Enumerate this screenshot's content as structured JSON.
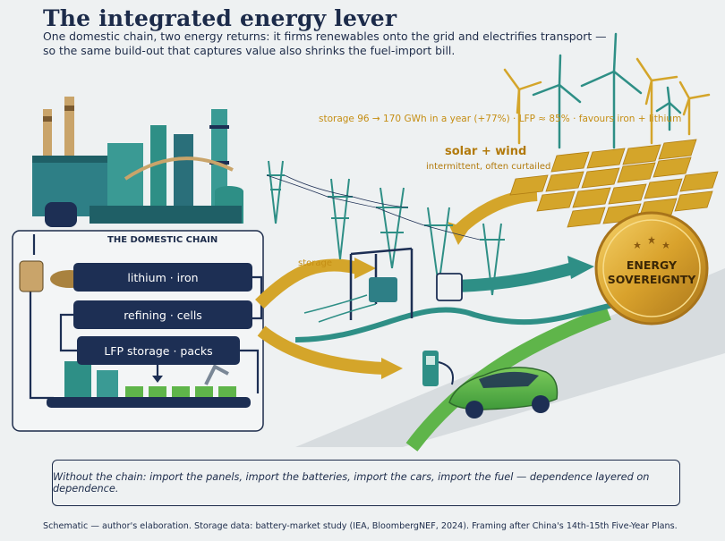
{
  "title": "The integrated energy lever",
  "subtitle_line1": "One domestic chain, two energy returns: it firms renewables onto the grid and electrifies transport —",
  "subtitle_line2": "so the same build-out that captures value also shrinks the fuel-import bill.",
  "storage_note": "storage 96 → 170 GWh in a year (+77%) · LFP ≈ 85% · favours iron + lithium",
  "solar_wind": {
    "title": "solar + wind",
    "note": "intermittent, often curtailed"
  },
  "storage_label": "storage",
  "chain": {
    "title": "THE DOMESTIC CHAIN",
    "steps": [
      "lithium · iron",
      "refining · cells",
      "LFP storage · packs"
    ]
  },
  "seal": {
    "line1": "ENERGY",
    "line2": "SOVEREIGNTY"
  },
  "callout": "Without the chain: import the panels, import the batteries, import the cars, import the fuel — dependence layered on dependence.",
  "footer": "Schematic — author's elaboration. Storage data: battery-market study (IEA, BloombergNEF, 2024). Framing after China's 14th-15th Five-Year Plans.",
  "colors": {
    "navy": "#1d2f54",
    "gold": "#d4a52a",
    "teal": "#2e8f86",
    "green": "#5fb54a"
  }
}
